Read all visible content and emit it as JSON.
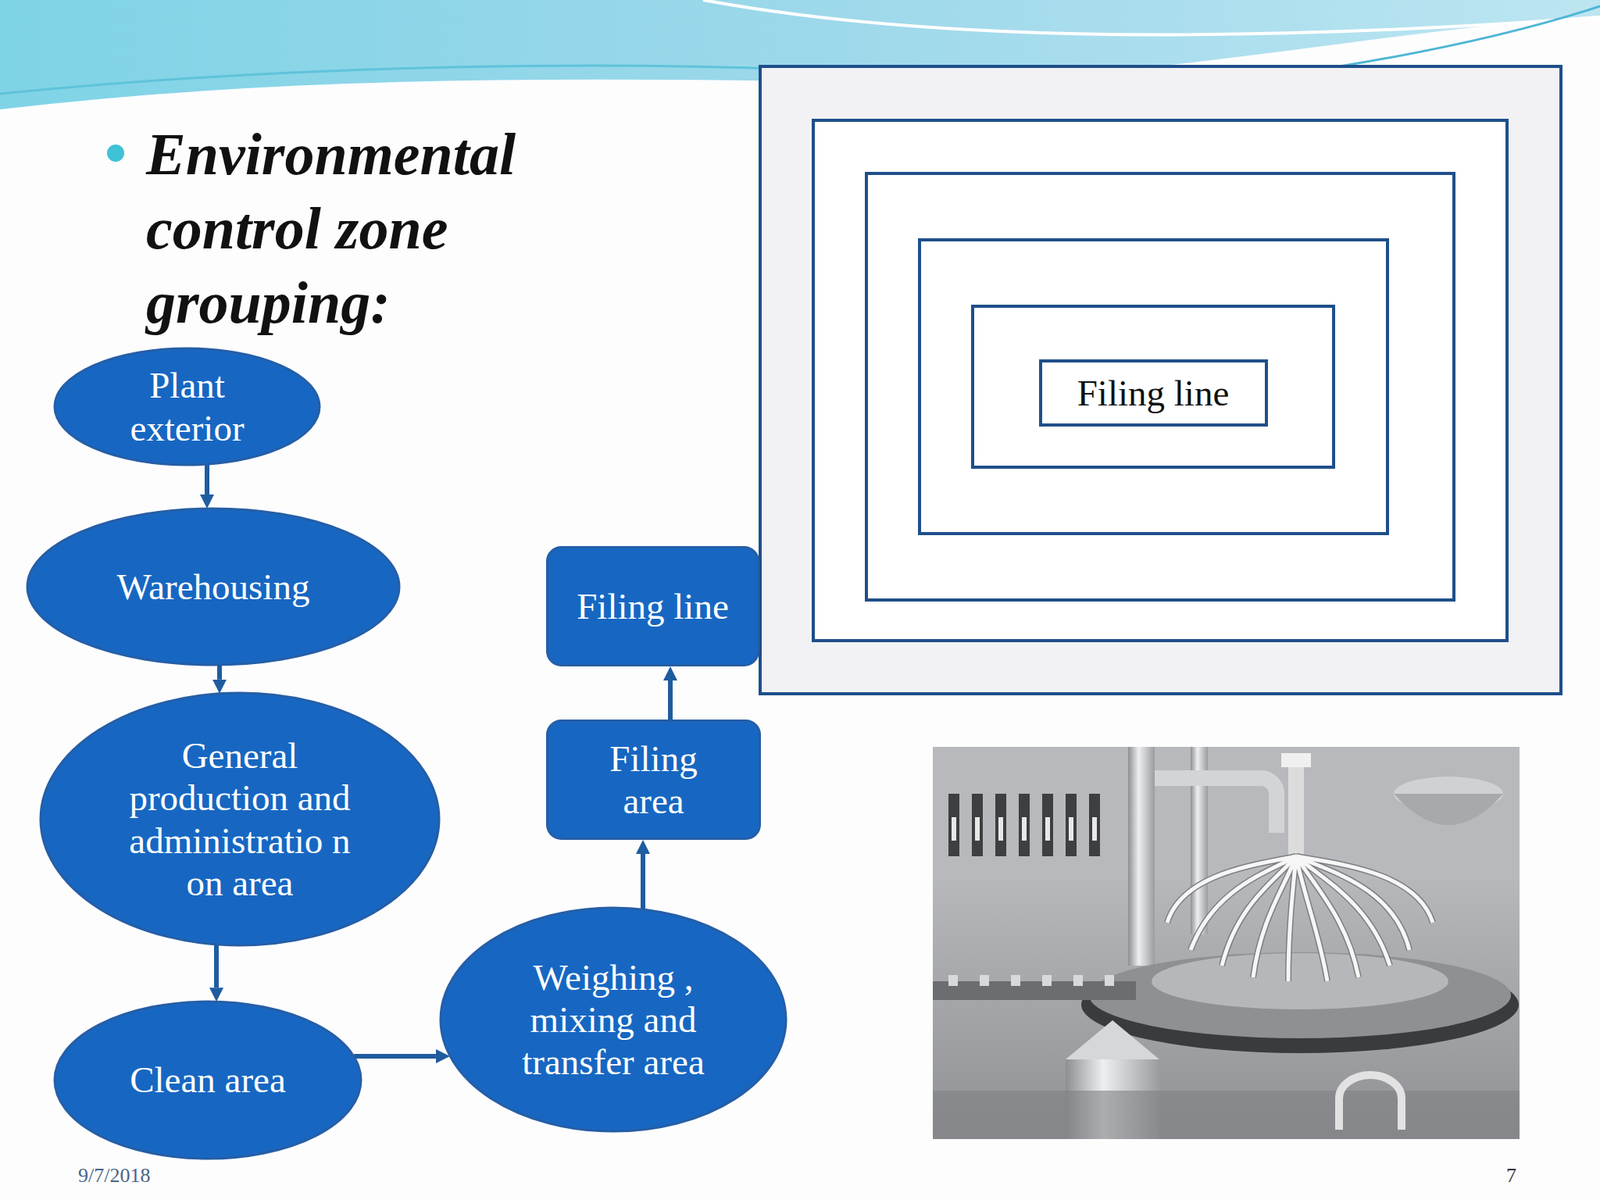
{
  "diagram": {
    "title": "Environmental control zone grouping:",
    "nodes": [
      {
        "text": [
          "Plant exterior"
        ]
      },
      {
        "text": [
          "Warehousing"
        ]
      },
      {
        "text": [
          "General production and administratio n on area"
        ]
      },
      {
        "text": [
          "Clean area"
        ]
      },
      {
        "text": [
          "Weighing , mixing and transfer area"
        ]
      },
      {
        "text": [
          "Filing area"
        ]
      },
      {
        "text": [
          "Filing line"
        ]
      },
      {
        "text": [
          "Filing line"
        ]
      }
    ],
    "edges": [
      {
        "from": 0,
        "to": 1,
        "arrow": "to"
      },
      {
        "from": 1,
        "to": 2,
        "arrow": "to"
      },
      {
        "from": 2,
        "to": 3,
        "arrow": "to"
      },
      {
        "from": 3,
        "to": 4,
        "arrow": "to"
      },
      {
        "from": 4,
        "to": 5,
        "arrow": "to"
      },
      {
        "from": 5,
        "to": 6,
        "arrow": "to"
      }
    ],
    "labels": [
      "9/7/2018",
      "7"
    ]
  }
}
